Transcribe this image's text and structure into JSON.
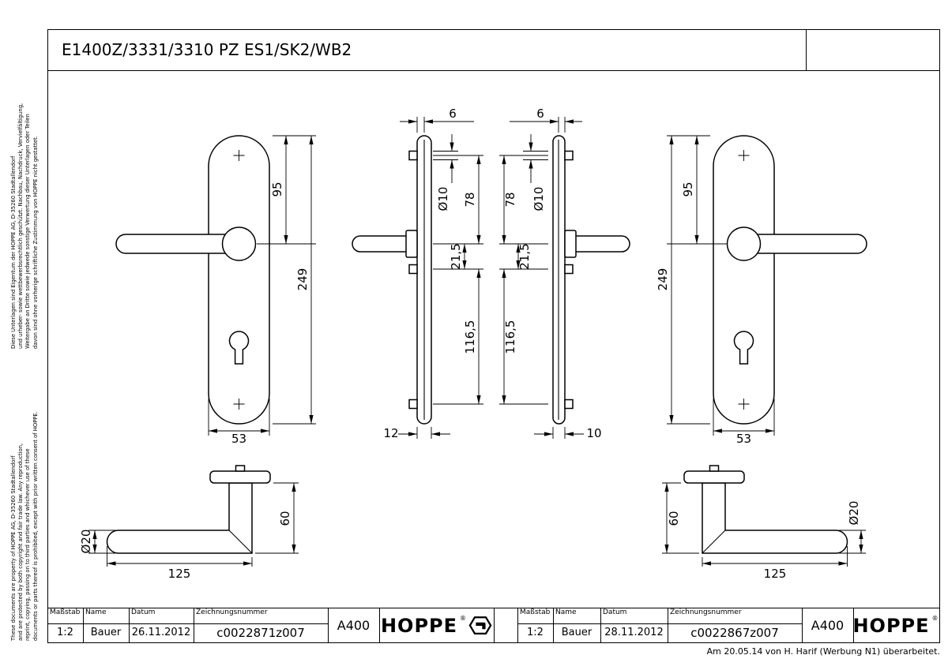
{
  "sheet": {
    "title": "E1400Z/3331/3310 PZ ES1/SK2/WB2",
    "footer_note": "Am 20.05.14 von H. Harif (Werbung N1) überarbeitet."
  },
  "legal": {
    "german_lines": [
      "Diese Unterlagen sind Eigentum der HOPPE AG, D-35260 Stadtallendorf",
      "und urheber- sowie wettbewerbsrechtlich geschützt. Nachbau, Nachdruck, Vervielfältigung,",
      "Weitergabe an Dritte sowie jedwede sonstige Verwertung dieser Unterlagen oder Teilen",
      "davon sind ohne vorherige schriftliche Zustimmung von HOPPE nicht gestattet."
    ],
    "english_lines": [
      "These documents are property of HOPPE AG, D-35260 Stadtallendorf",
      "and are protected by both copyright and fair trade law. Any reproduction,",
      "reprint, copying, passing on to third parties and whichever use of these",
      "documents or parts thereof is prohibited, except with prior written consent of HOPPE."
    ]
  },
  "views": {
    "front_left": {
      "d95": "95",
      "d249": "249",
      "d53": "53"
    },
    "side_left": {
      "d6": "6",
      "d10": "Ø10",
      "d78": "78",
      "d21_5": "21,5",
      "d116_5": "116,5",
      "d12": "12"
    },
    "side_right": {
      "d6": "6",
      "d10": "Ø10",
      "d78": "78",
      "d21_5": "21,5",
      "d116_5": "116,5",
      "d10b": "10"
    },
    "front_right": {
      "d95": "95",
      "d249": "249",
      "d53": "53"
    },
    "handle_left": {
      "d20": "Ø20",
      "d60": "60",
      "d125": "125"
    },
    "handle_right": {
      "d20": "Ø20",
      "d60": "60",
      "d125": "125"
    }
  },
  "title_blocks": {
    "left": {
      "scale_label": "Maßstab",
      "scale": "1:2",
      "name_label": "Name",
      "name": "Bauer",
      "date_label": "Datum",
      "date": "26.11.2012",
      "number_label": "Zeichnungsnummer",
      "number": "c0022871z007",
      "code": "A400",
      "brand": "HOPPE",
      "registered": "®"
    },
    "right": {
      "scale_label": "Maßstab",
      "scale": "1:2",
      "name_label": "Name",
      "name": "Bauer",
      "date_label": "Datum",
      "date": "28.11.2012",
      "number_label": "Zeichnungsnummer",
      "number": "c0022867z007",
      "code": "A400",
      "brand": "HOPPE",
      "registered": "®"
    }
  }
}
